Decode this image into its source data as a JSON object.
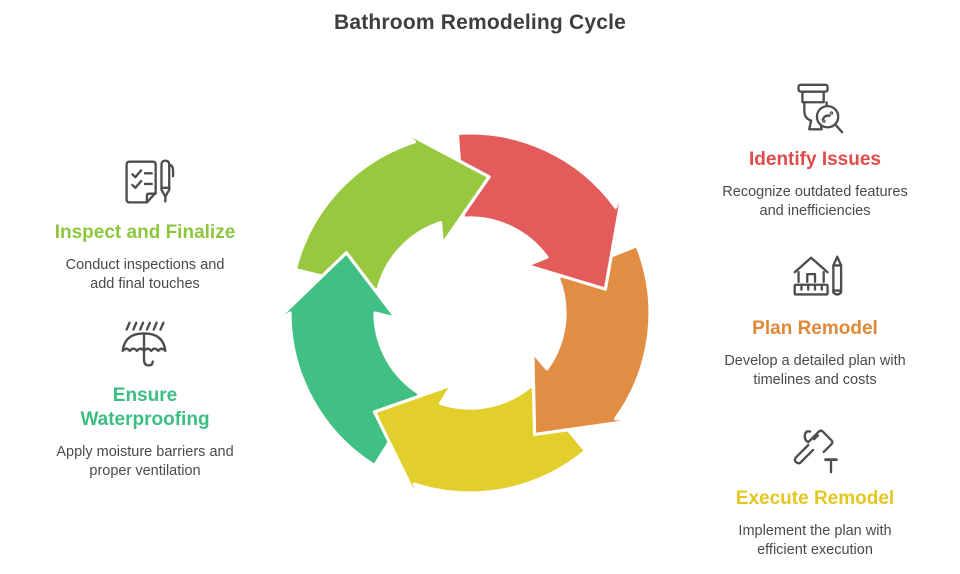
{
  "title": {
    "text": "Bathroom Remodeling Cycle",
    "color": "#3e3e3e"
  },
  "steps": [
    {
      "name": "identify-issues",
      "title": "Identify Issues",
      "desc": "Recognize outdated features and inefficiencies",
      "color": "#e04b4b",
      "icon": "toilet-search"
    },
    {
      "name": "plan-remodel",
      "title": "Plan Remodel",
      "desc": "Develop a detailed plan with timelines and costs",
      "color": "#e0883a",
      "icon": "house-ruler-pencil"
    },
    {
      "name": "execute-remodel",
      "title": "Execute Remodel",
      "desc": "Implement the plan with efficient execution",
      "color": "#e3c71f",
      "icon": "hammer-nail"
    },
    {
      "name": "ensure-waterproofing",
      "title": "Ensure Waterproofing",
      "desc": "Apply moisture barriers and proper ventilation",
      "color": "#3cbd81",
      "icon": "umbrella-rain"
    },
    {
      "name": "inspect-and-finalize",
      "title": "Inspect and Finalize",
      "desc": "Conduct inspections and add final touches",
      "color": "#8dc63f",
      "icon": "checklist-pen"
    }
  ],
  "cycle": {
    "direction": "clockwise",
    "arrows": [
      {
        "step": "inspect-and-finalize",
        "color": "#97c83f"
      },
      {
        "step": "identify-issues",
        "color": "#e45b5b"
      },
      {
        "step": "plan-remodel",
        "color": "#e28d44"
      },
      {
        "step": "execute-remodel",
        "color": "#e2cf2c"
      },
      {
        "step": "ensure-waterproofing",
        "color": "#41c083"
      }
    ],
    "outline_color": "#ffffff"
  }
}
